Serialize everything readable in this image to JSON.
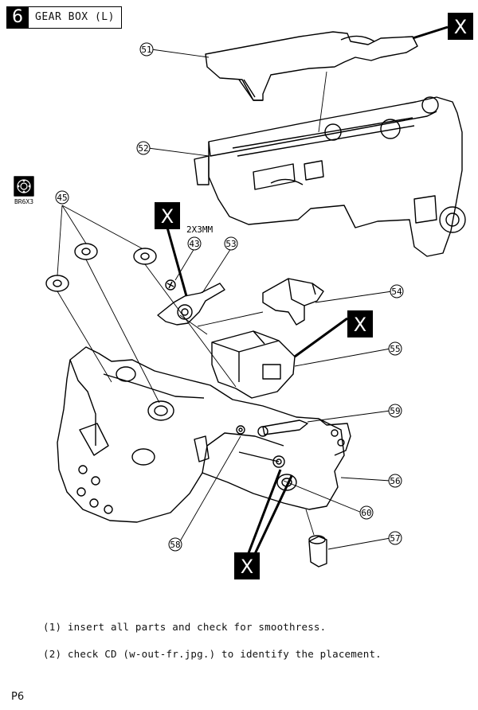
{
  "header": {
    "step_number": "6",
    "title": "GEAR BOX (L)"
  },
  "parts": [
    {
      "id": "51",
      "label": "51"
    },
    {
      "id": "52",
      "label": "52"
    },
    {
      "id": "45",
      "label": "45"
    },
    {
      "id": "43",
      "label": "43"
    },
    {
      "id": "53",
      "label": "53"
    },
    {
      "id": "54",
      "label": "54"
    },
    {
      "id": "55",
      "label": "55"
    },
    {
      "id": "59",
      "label": "59"
    },
    {
      "id": "56",
      "label": "56"
    },
    {
      "id": "60",
      "label": "60"
    },
    {
      "id": "58",
      "label": "58"
    },
    {
      "id": "57",
      "label": "57"
    }
  ],
  "x_mark": "X",
  "screw_spec": "2X3MM",
  "bearing_code": "BR6X3",
  "notes": [
    "(1) insert all parts and check for smoothress.",
    "(2) check CD (w-out-fr.jpg.) to identify the placement."
  ],
  "page_number": "P6"
}
